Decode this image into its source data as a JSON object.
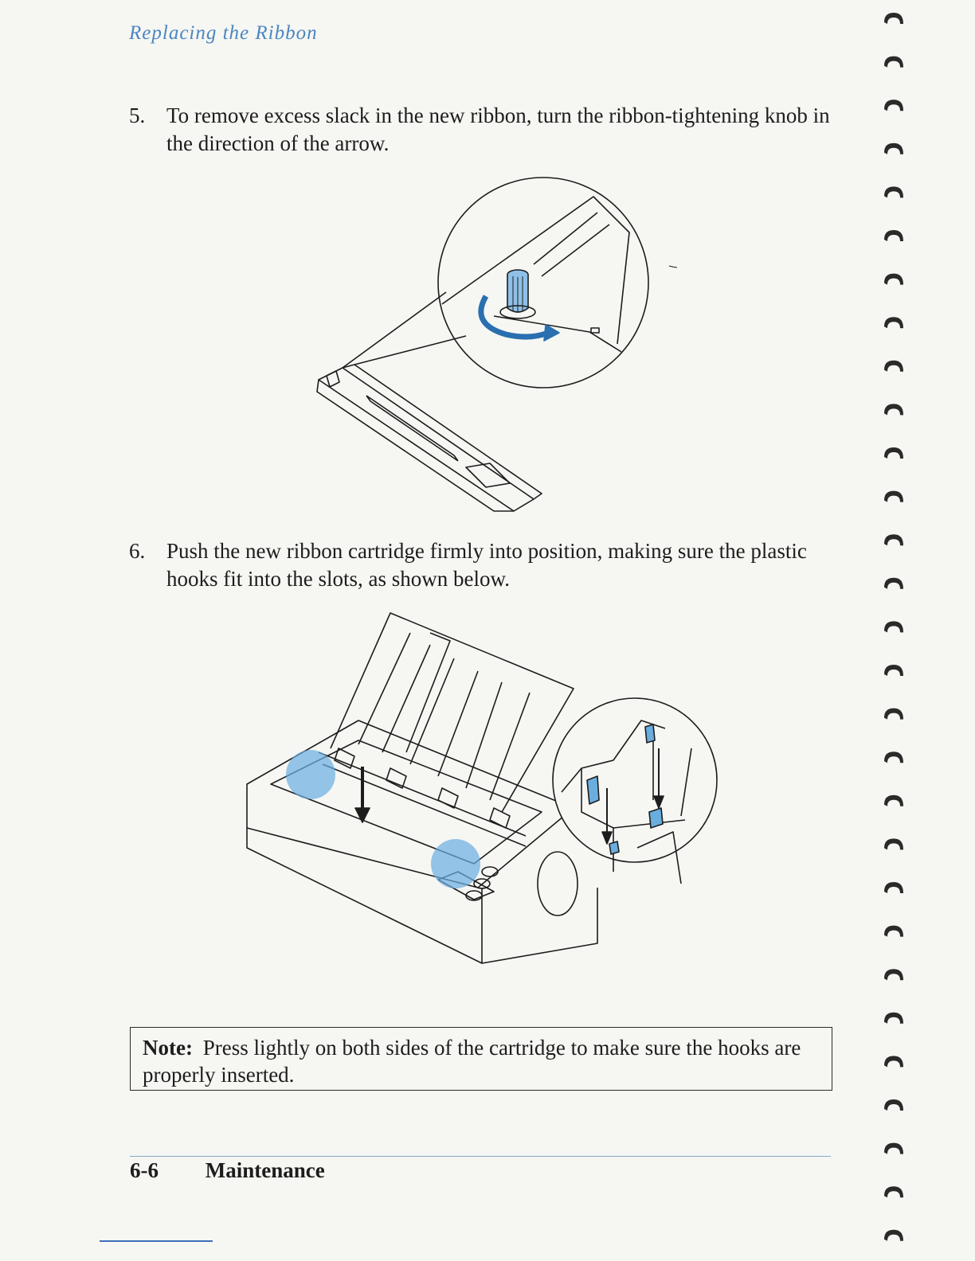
{
  "running_head": "Replacing the Ribbon",
  "steps": [
    {
      "number": "5.",
      "text": "To remove excess slack in the new ribbon, turn the ribbon-tightening knob in the direction of the arrow."
    },
    {
      "number": "6.",
      "text": "Push the new ribbon cartridge firmly into position, making sure the plastic hooks fit into the slots, as shown below."
    }
  ],
  "note": {
    "label": "Note:",
    "text": "Press lightly on both sides of the cartridge to make sure the hooks are properly inserted."
  },
  "footer": {
    "page": "6-6",
    "section": "Maintenance"
  },
  "colors": {
    "accent": "#4a86c0",
    "highlight": "#6aaee0",
    "ink": "#1d1d1d"
  },
  "figures": [
    {
      "name": "ribbon-knob-illustration",
      "icon": "ribbon-cartridge-knob-arrow"
    },
    {
      "name": "printer-hooks-illustration",
      "icon": "printer-cartridge-hooks"
    }
  ]
}
